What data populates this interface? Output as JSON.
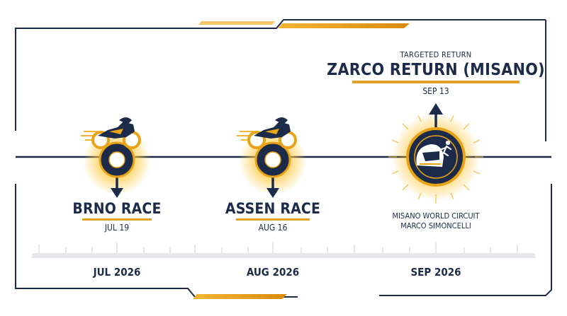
{
  "events": [
    {
      "title": "BRNO RACE",
      "date": "JUL 19",
      "direction": "down"
    },
    {
      "title": "ASSEN RACE",
      "date": "AUG 16",
      "direction": "down"
    }
  ],
  "target": {
    "kicker": "TARGETED RETURN",
    "title": "ZARCO RETURN (MISANO)",
    "date": "SEP 13",
    "venue_line1": "MISANO WORLD CIRCUIT",
    "venue_line2": "MARCO SIMONCELLI",
    "direction": "up"
  },
  "months": [
    "JUL 2026",
    "AUG 2026",
    "SEP 2026"
  ],
  "colors": {
    "navy": "#1c2b4a",
    "gold": "#e8a317",
    "glow": "#ffc83a",
    "track": "#e6e8ec"
  },
  "icons": [
    "motorcycle-icon",
    "helmet-icon",
    "running-person-icon"
  ]
}
